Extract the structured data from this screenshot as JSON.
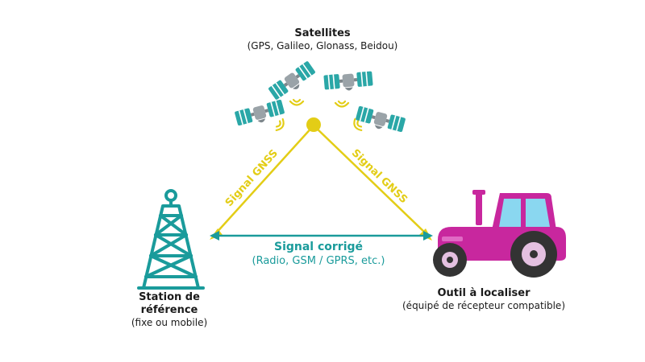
{
  "colors": {
    "gnss": "#e3cd16",
    "corrected": "#1a9b9b",
    "tower": "#1a9b9b",
    "satellite_panel": "#2aa7a7",
    "satellite_body": "#9aa3a8",
    "tractor_body": "#c8279e",
    "tractor_cab": "#8ad7f0",
    "tractor_tire": "#333333",
    "tractor_hub": "#e4c0e0"
  },
  "satellites": {
    "title": "Satellites",
    "subtitle": "(GPS, Galileo, Glonass, Beidou)"
  },
  "signals": {
    "gnss_left": "Signal GNSS",
    "gnss_right": "Signal GNSS",
    "corrected_title": "Signal corrigé",
    "corrected_subtitle": "(Radio, GSM / GPRS, etc.)"
  },
  "station": {
    "line1": "Station de",
    "line2": "référence",
    "subtitle": "(fixe ou mobile)"
  },
  "outil": {
    "title": "Outil à localiser",
    "subtitle": "(équipé de récepteur compatible)"
  },
  "icons": {
    "satellites": "satellite-icon",
    "station": "radio-tower-icon",
    "outil": "tractor-icon"
  }
}
